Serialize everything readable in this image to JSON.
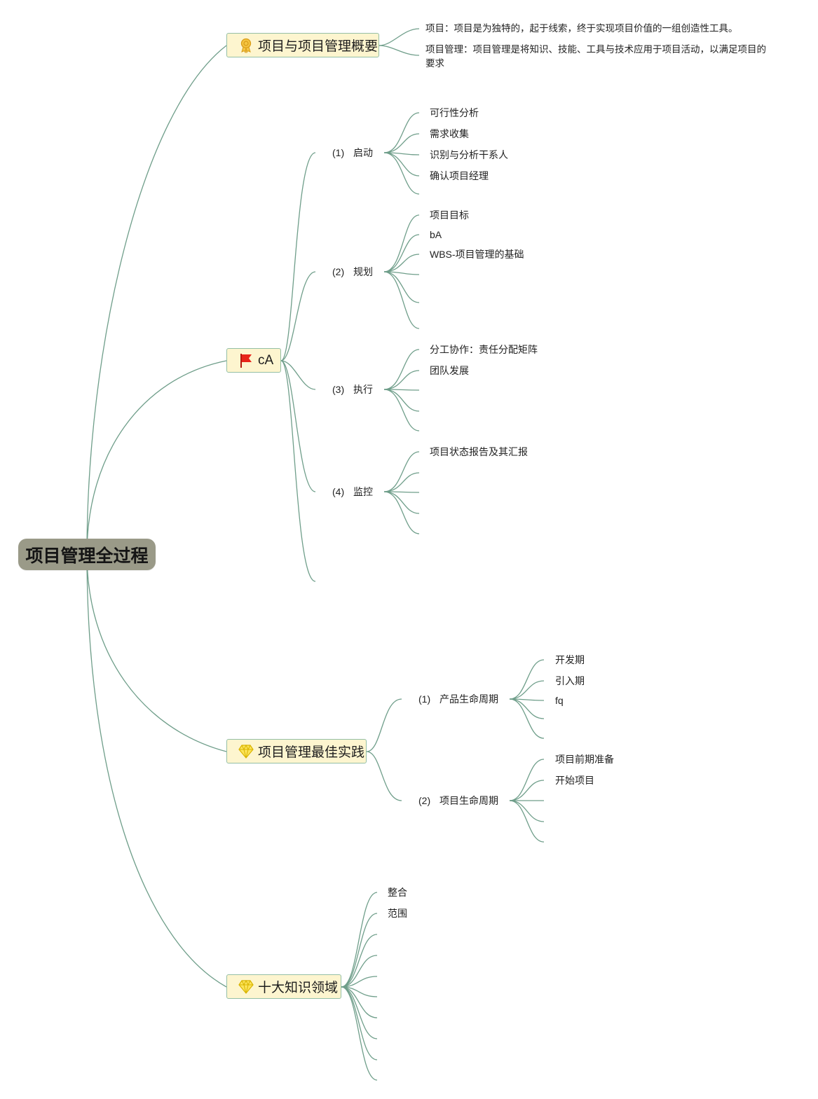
{
  "root": {
    "label": "项目管理全过程"
  },
  "colors": {
    "connector": "#6f9e8a",
    "topic_fill": "#fdf5cf",
    "topic_border": "#94bfa5",
    "root_fill": "#9a9a88"
  },
  "topics": [
    {
      "label": "项目与项目管理概要",
      "icon": "award-medal-icon",
      "notes": [
        "项目：项目是为独特的，起于线索，终于实现项目价值的一组创造性工具。",
        "项目管理：项目管理是将知识、技能、工具与技术应用于项目活动，以满足项目的要求"
      ]
    },
    {
      "label": "cA",
      "icon": "red-flag-icon",
      "phases": [
        {
          "num": "(1)",
          "label": "启动",
          "items": [
            "可行性分析",
            "需求收集",
            "识别与分析干系人",
            "确认项目经理"
          ]
        },
        {
          "num": "(2)",
          "label": "规划",
          "items": [
            "项目目标",
            "bA",
            "WBS-项目管理的基础"
          ]
        },
        {
          "num": "(3)",
          "label": "执行",
          "items": [
            "分工协作：责任分配矩阵",
            "团队发展"
          ]
        },
        {
          "num": "(4)",
          "label": "监控",
          "items": [
            "项目状态报告及其汇报"
          ]
        }
      ]
    },
    {
      "label": "项目管理最佳实践",
      "icon": "gem-icon",
      "phases": [
        {
          "num": "(1)",
          "label": "产品生命周期",
          "items": [
            "开发期",
            "引入期",
            "fq"
          ]
        },
        {
          "num": "(2)",
          "label": "项目生命周期",
          "items": [
            "项目前期准备",
            "开始项目"
          ]
        }
      ]
    },
    {
      "label": "十大知识领域",
      "icon": "gem-icon",
      "items": [
        "整合",
        "范围"
      ]
    }
  ]
}
